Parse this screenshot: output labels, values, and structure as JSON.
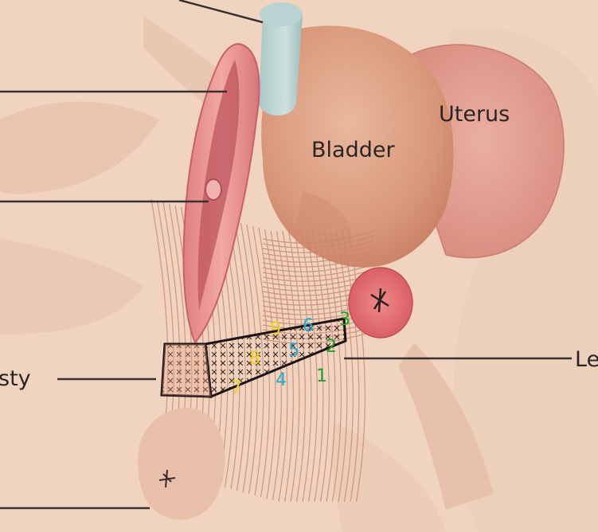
{
  "labels": {
    "bladder": "Bladder",
    "uterus": "Uterus",
    "left_partial": "Le",
    "sty_partial": "sty"
  },
  "markers": [
    {
      "text": "1",
      "color": "#1fa32a"
    },
    {
      "text": "2",
      "color": "#1fa32a"
    },
    {
      "text": "3",
      "color": "#1fa32a"
    },
    {
      "text": "4",
      "color": "#22a9cf"
    },
    {
      "text": "5",
      "color": "#22a9cf"
    },
    {
      "text": "6",
      "color": "#22a9cf"
    },
    {
      "text": "7",
      "color": "#ecd21e"
    },
    {
      "text": "8",
      "color": "#ecd21e"
    },
    {
      "text": "9",
      "color": "#ecd21e"
    }
  ]
}
